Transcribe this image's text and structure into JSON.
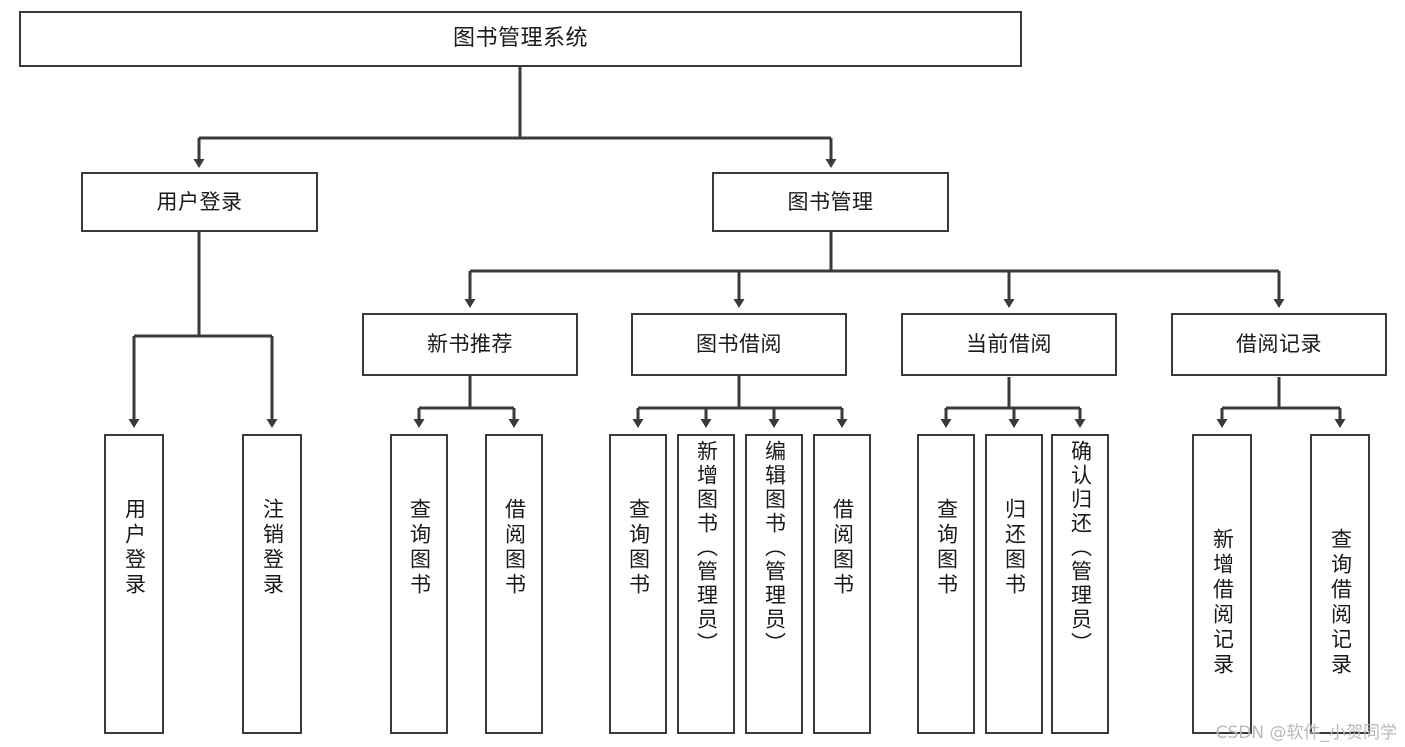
{
  "diagram": {
    "type": "tree-hierarchy-chart",
    "title": "图书管理系统",
    "stroke_color": "#3a3a3a",
    "background_color": "#ffffff",
    "text_color": "#1a1a1a"
  },
  "root": {
    "label": "图书管理系统"
  },
  "level2": [
    {
      "label": "用户登录"
    },
    {
      "label": "图书管理"
    }
  ],
  "level3": [
    {
      "label": "新书推荐"
    },
    {
      "label": "图书借阅"
    },
    {
      "label": "当前借阅"
    },
    {
      "label": "借阅记录"
    }
  ],
  "leaves": {
    "user_login": [
      {
        "label": "用户登录"
      },
      {
        "label": "注销登录"
      }
    ],
    "new_book_recommend": [
      {
        "label": "查询图书"
      },
      {
        "label": "借阅图书"
      }
    ],
    "book_borrow": [
      {
        "label": "查询图书"
      },
      {
        "label": "新增图书（管理员）"
      },
      {
        "label": "编辑图书（管理员）"
      },
      {
        "label": "借阅图书"
      }
    ],
    "current_borrow": [
      {
        "label": "查询图书"
      },
      {
        "label": "归还图书"
      },
      {
        "label": "确认归还（管理员）"
      }
    ],
    "borrow_record": [
      {
        "label": "新增借阅记录"
      },
      {
        "label": "查询借阅记录"
      }
    ]
  },
  "watermark": {
    "text": "CSDN @软件_小贺同学"
  }
}
